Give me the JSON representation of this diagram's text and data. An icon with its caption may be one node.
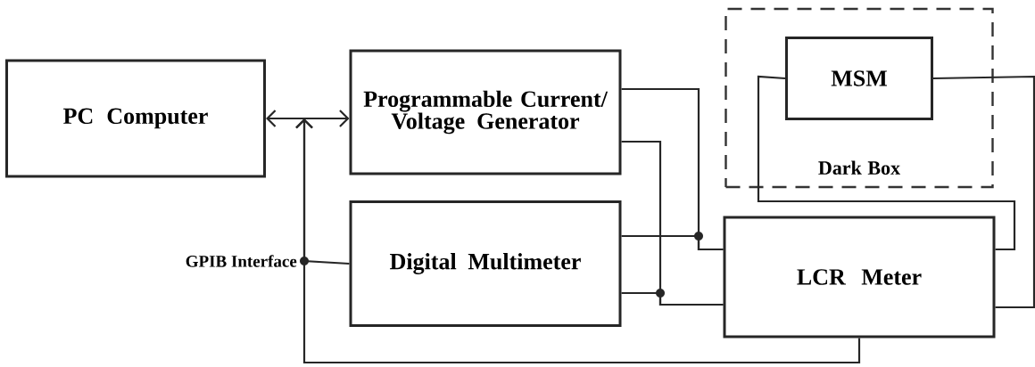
{
  "diagram": {
    "nodes": [
      {
        "text": [
          "PC Computer"
        ]
      },
      {
        "text": [
          "Programmable Current/ Voltage Generator"
        ]
      },
      {
        "text": [
          "Dark Box"
        ]
      },
      {
        "text": [
          "MSM"
        ],
        "in": 2
      },
      {
        "text": [
          "Digital Multimeter"
        ]
      },
      {
        "text": [
          "LCR Meter"
        ]
      }
    ],
    "edges": [
      {
        "from": 0,
        "to": 1,
        "arrow": "both"
      },
      {
        "from": 5,
        "to": 0,
        "arrow": "to"
      },
      {
        "from": 4,
        "to": 0,
        "arrow": "to"
      },
      {
        "from": 1,
        "to": 5,
        "arrow": "none"
      },
      {
        "from": 4,
        "to": 5,
        "arrow": "none"
      },
      {
        "from": 1,
        "to": 5,
        "arrow": "none"
      },
      {
        "from": 4,
        "to": 5,
        "arrow": "none"
      },
      {
        "from": 3,
        "to": 5,
        "arrow": "none"
      },
      {
        "from": 3,
        "to": 5,
        "arrow": "none"
      }
    ],
    "labels": [
      "GPIB Interface"
    ]
  }
}
